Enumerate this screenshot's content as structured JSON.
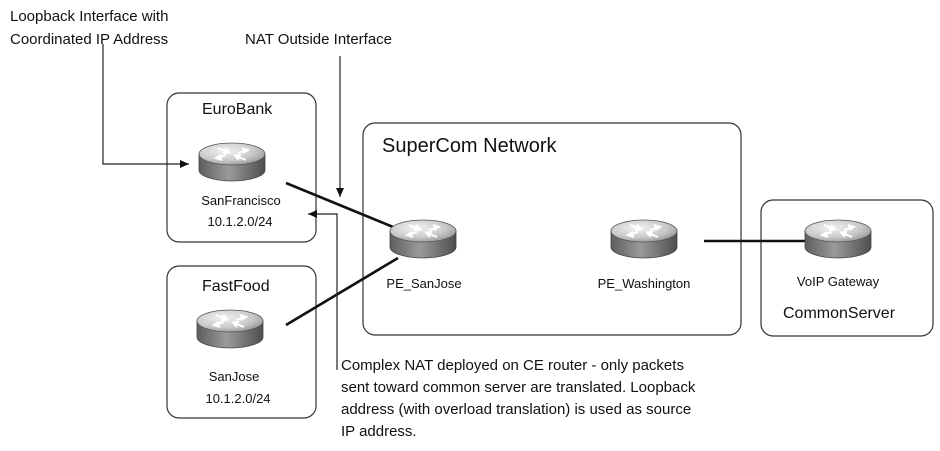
{
  "callouts": {
    "loopback_line1": "Loopback Interface with",
    "loopback_line2": "Coordinated IP Address",
    "nat_outside": "NAT Outside Interface"
  },
  "sites": {
    "eurobank": {
      "title": "EuroBank",
      "router_name": "SanFrancisco",
      "subnet": "10.1.2.0/24"
    },
    "fastfood": {
      "title": "FastFood",
      "router_name": "SanJose",
      "subnet": "10.1.2.0/24"
    },
    "supercom": {
      "title": "SuperCom Network",
      "pe1": "PE_SanJose",
      "pe2": "PE_Washington"
    },
    "commonserver": {
      "title": "CommonServer",
      "router_name": "VoIP Gateway"
    }
  },
  "note_lines": [
    "Complex NAT deployed on CE router - only packets",
    "sent toward common server are translated. Loopback",
    "address (with overload translation) is used as source",
    "IP address."
  ],
  "colors": {
    "router_light": "#eeeeee",
    "router_dark": "#6e6e6e",
    "line": "#111111"
  },
  "icons": {
    "router": "router-icon"
  }
}
